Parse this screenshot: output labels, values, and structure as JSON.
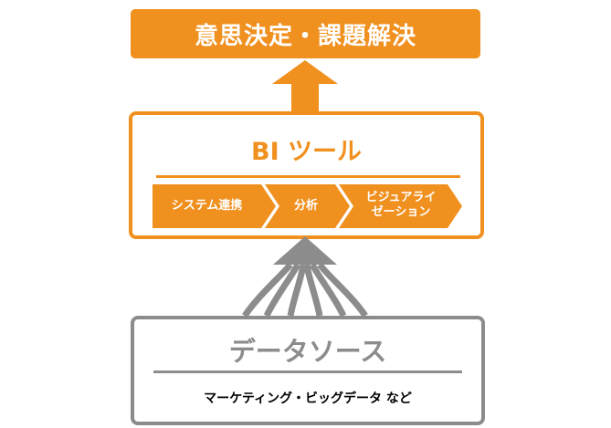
{
  "decision": {
    "label": "意思決定・課題解決"
  },
  "bi_tool": {
    "title": "BI ツール",
    "steps": [
      {
        "line1": "システム連携",
        "line2": ""
      },
      {
        "line1": "分析",
        "line2": ""
      },
      {
        "line1": "ビジュアライ",
        "line2": "ゼーション"
      }
    ]
  },
  "data_source": {
    "title": "データソース",
    "subtitle": "マーケティング・ビッグデータ など"
  },
  "colors": {
    "accent_orange": "#f0901e",
    "neutral_gray": "#8c8c8c"
  }
}
